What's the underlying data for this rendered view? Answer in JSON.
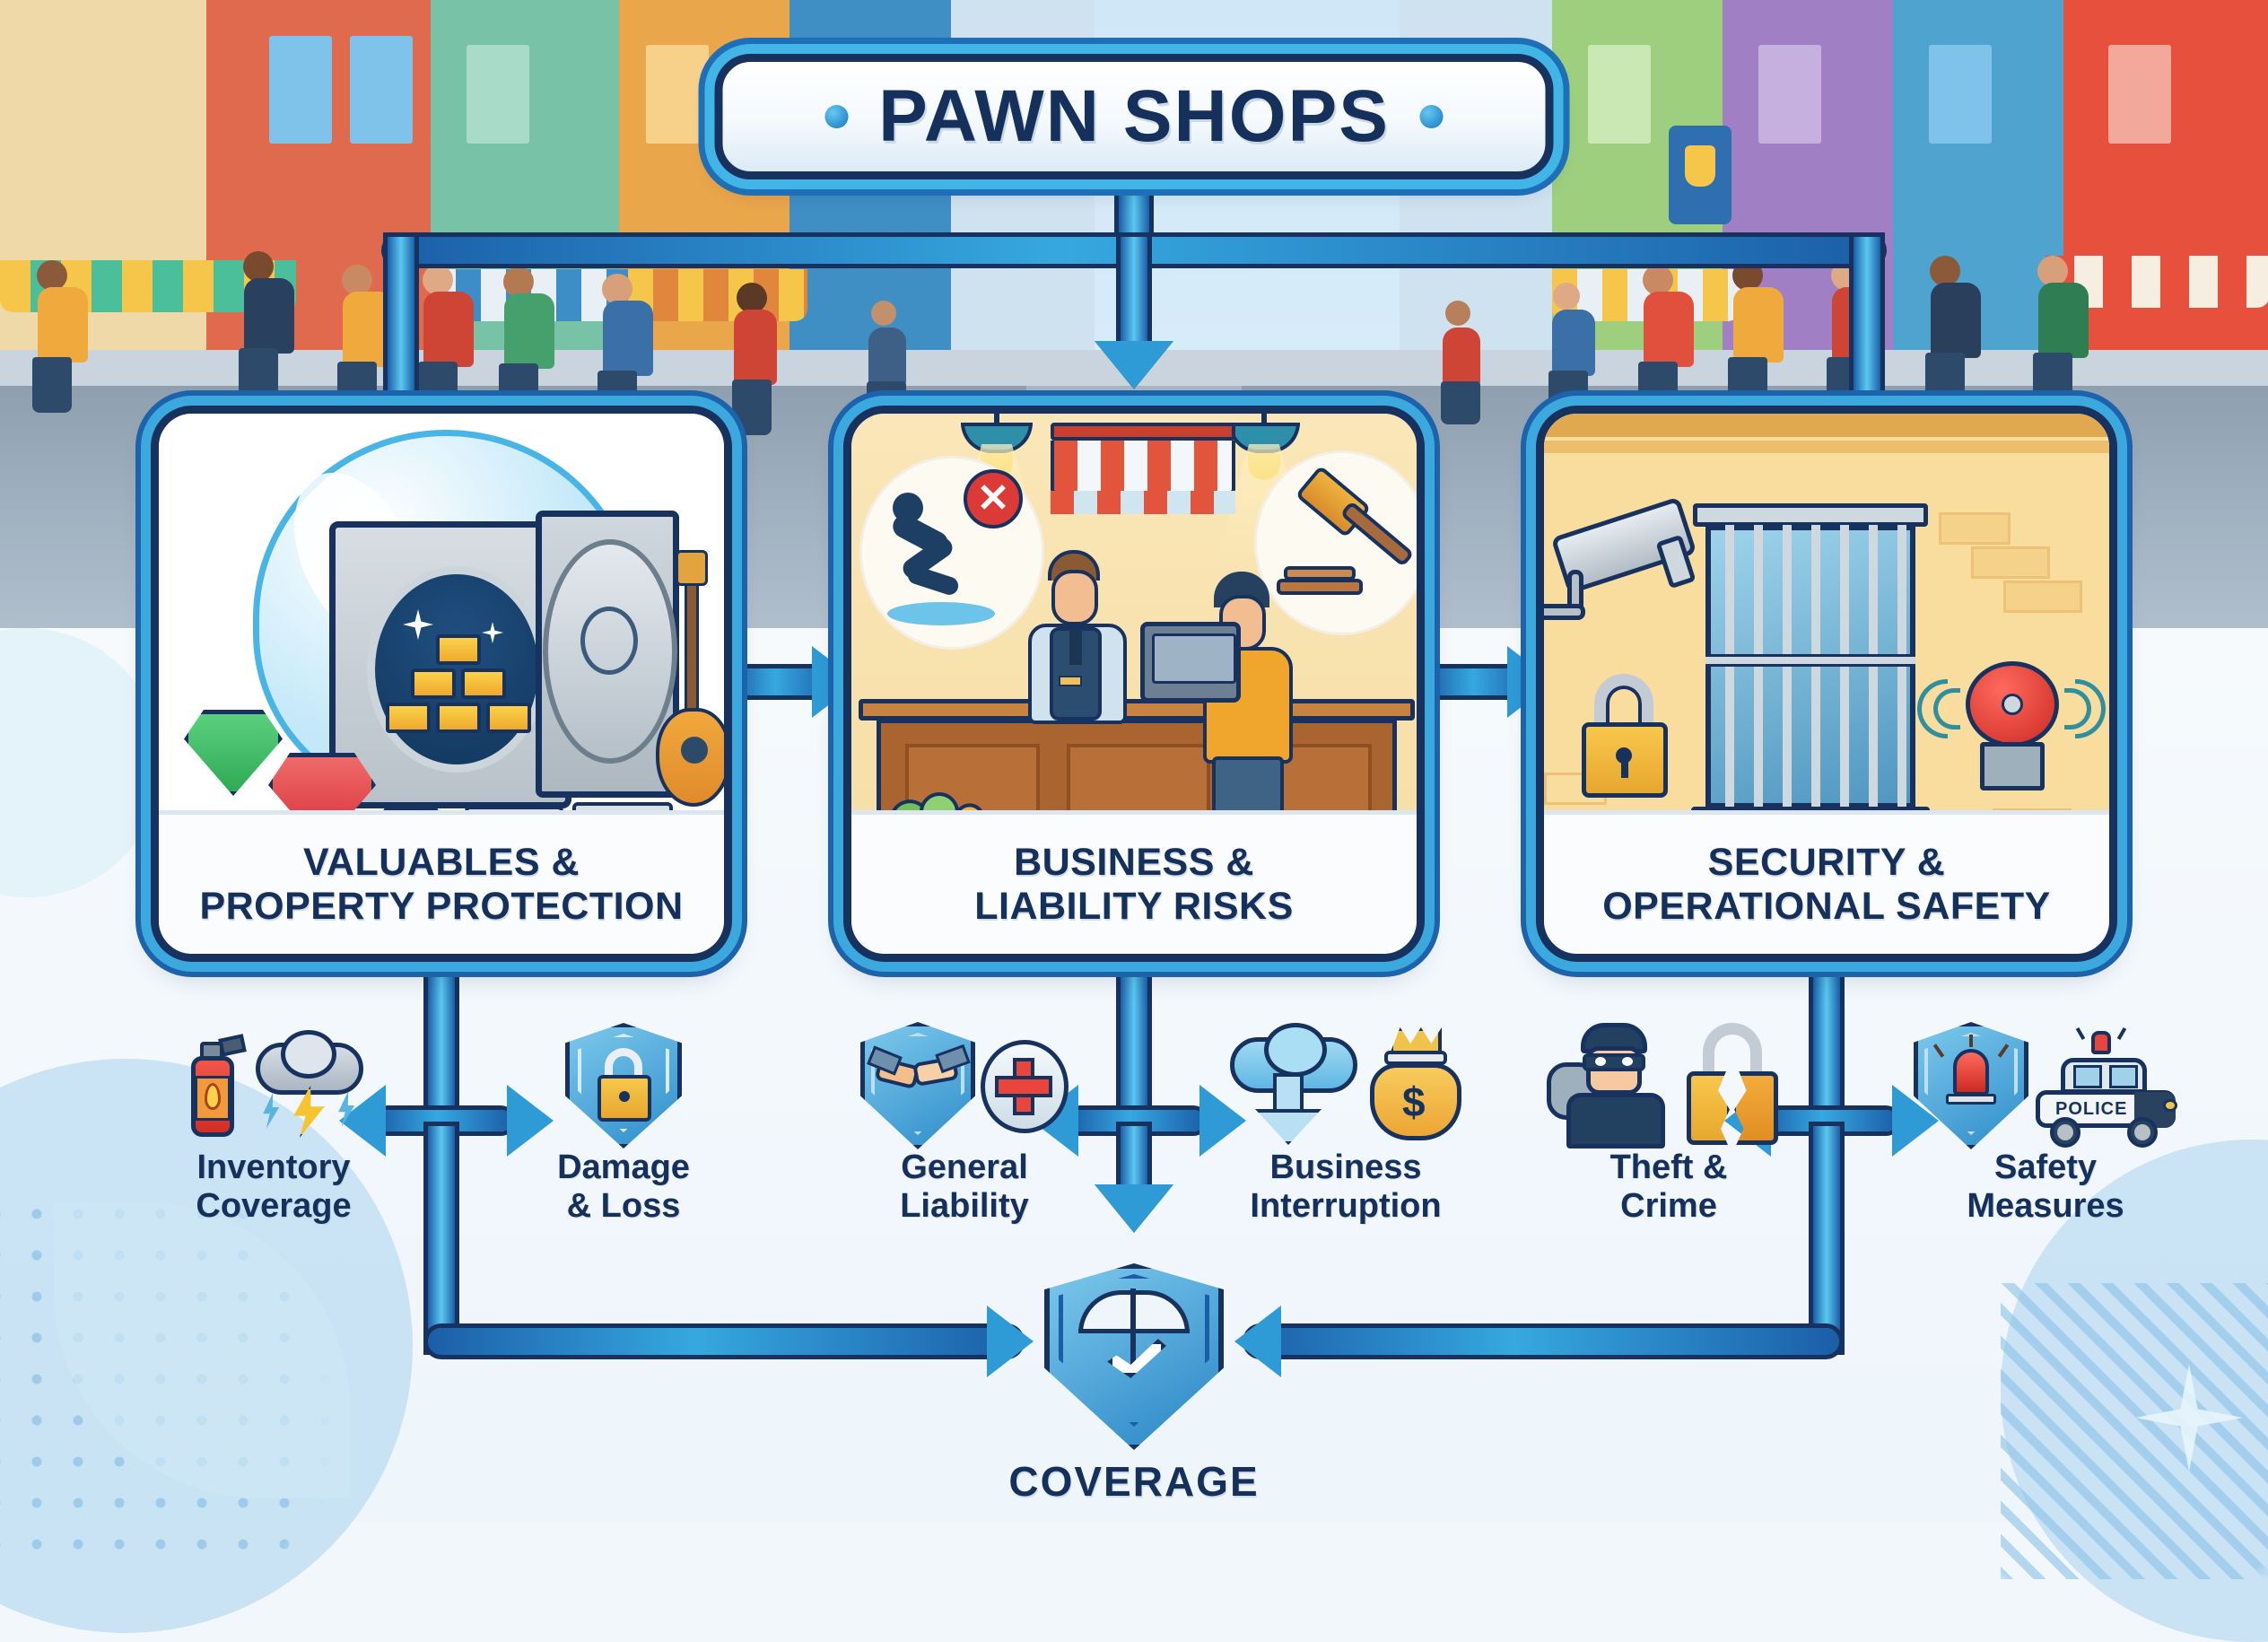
{
  "title": {
    "text": "PAWN SHOPS"
  },
  "cards": [
    {
      "id": "valuables",
      "caption": "VALUABLES &\nPROPERTY PROTECTION",
      "caption_line1": "VALUABLES &",
      "caption_line2": "PROPERTY PROTECTION",
      "illustration": "safe-with-gold-gems-cameras-guitar-under-protective-bubble"
    },
    {
      "id": "liability",
      "caption": "BUSINESS &\nLIABILITY RISKS",
      "caption_line1": "BUSINESS &",
      "caption_line2": "LIABILITY RISKS",
      "illustration": "shop-counter-clerk-customer-slip-hazard-gavel"
    },
    {
      "id": "security",
      "caption": "SECURITY &\nOPERATIONAL SAFETY",
      "caption_line1": "SECURITY &",
      "caption_line2": "OPERATIONAL SAFETY",
      "illustration": "cctv-barred-window-padlock-alarm-bell"
    }
  ],
  "nodes": [
    {
      "id": "inventory-coverage",
      "line1": "Inventory",
      "line2": "Coverage",
      "icons": [
        "fire-extinguisher-icon",
        "storm-cloud-lightning-icon"
      ]
    },
    {
      "id": "damage-loss",
      "line1": "Damage",
      "line2": "& Loss",
      "icons": [
        "shield-padlock-icon"
      ]
    },
    {
      "id": "general-liability",
      "line1": "General",
      "line2": "Liability",
      "icons": [
        "shield-handshake-icon",
        "medical-cross-icon"
      ]
    },
    {
      "id": "business-interruption",
      "line1": "Business",
      "line2": "Interruption",
      "icons": [
        "cloud-down-arrow-icon",
        "money-bag-icon"
      ]
    },
    {
      "id": "theft-crime",
      "line1": "Theft &",
      "line2": "Crime",
      "icons": [
        "burglar-icon",
        "broken-padlock-icon"
      ]
    },
    {
      "id": "safety-measures",
      "line1": "Safety",
      "line2": "Measures",
      "icons": [
        "shield-alarm-light-icon",
        "police-car-icon"
      ]
    }
  ],
  "coverage": {
    "label": "COVERAGE",
    "icon": "shield-umbrella-check-icon"
  },
  "illustration_details": {
    "liability_card": {
      "police_text": "",
      "awning": "red-white-striped-awning"
    },
    "security_card": {
      "police_label": "POLICE"
    }
  },
  "safety_icon_text": {
    "police_badge": "POLICE"
  },
  "colors": {
    "navy": "#16305c",
    "outline": "#17325f",
    "bright_blue": "#3ba9de",
    "mid_blue": "#1c63ab",
    "cyan": "#5ac8f0",
    "card_bg": "#fdfdfd",
    "page_bg": "#f2f7fb",
    "tan_panel": "#f7dfa8",
    "red": "#e4443a",
    "gold": "#f5b731"
  }
}
